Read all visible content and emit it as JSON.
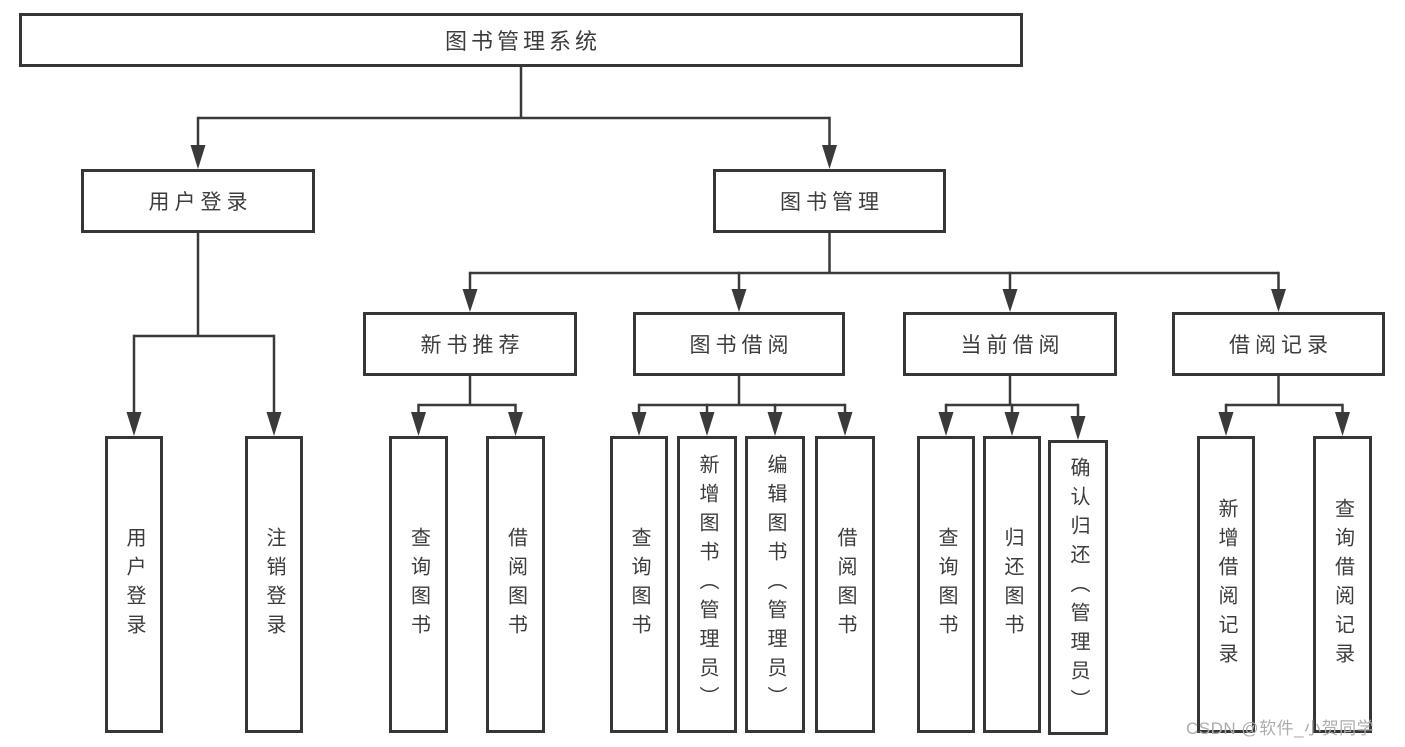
{
  "diagram": {
    "root": {
      "label": "图书管理系统"
    },
    "level2": {
      "user_login": {
        "label": "用户登录"
      },
      "book_mgmt": {
        "label": "图书管理"
      }
    },
    "level3": {
      "new_book": {
        "label": "新书推荐"
      },
      "book_borrow": {
        "label": "图书借阅"
      },
      "current_borrow": {
        "label": "当前借阅"
      },
      "borrow_record": {
        "label": "借阅记录"
      }
    },
    "leaves": {
      "user_login_action": {
        "label": "用户登录"
      },
      "logout": {
        "label": "注销登录"
      },
      "nb_query": {
        "label": "查询图书"
      },
      "nb_borrow": {
        "label": "借阅图书"
      },
      "bb_query": {
        "label": "查询图书"
      },
      "bb_add": {
        "label": "新增图书（管理员）"
      },
      "bb_edit": {
        "label": "编辑图书（管理员）"
      },
      "bb_borrow": {
        "label": "借阅图书"
      },
      "cb_query": {
        "label": "查询图书"
      },
      "cb_return": {
        "label": "归还图书"
      },
      "cb_confirm": {
        "label": "确认归还（管理员）"
      },
      "br_add": {
        "label": "新增借阅记录"
      },
      "br_query": {
        "label": "查询借阅记录"
      }
    },
    "watermark": "CSDN @软件_小贺同学",
    "colors": {
      "line": "#3a3a3a",
      "box_border": "#363636",
      "text": "#3c3c3c",
      "background": "#ffffff",
      "watermark": "#adadad"
    }
  }
}
